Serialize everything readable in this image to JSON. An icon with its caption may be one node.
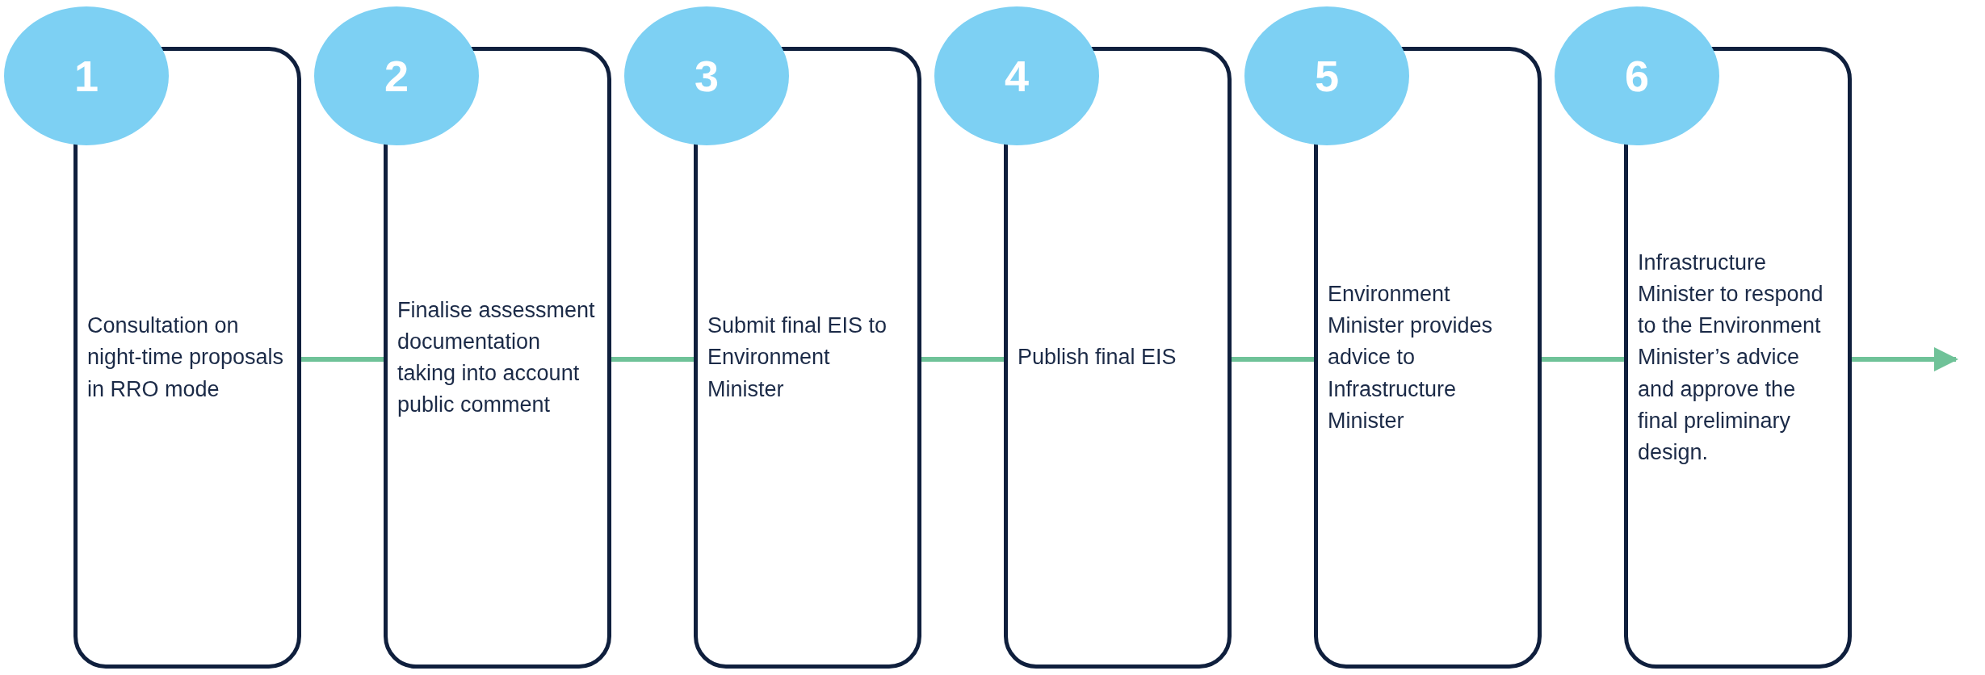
{
  "diagram": {
    "nodes": [
      {
        "text": [
          "1"
        ]
      },
      {
        "text": [
          "Consultation on night-time proposals in RRO mode"
        ]
      },
      {
        "text": [
          "2"
        ]
      },
      {
        "text": [
          "Finalise assessment documentation taking into account public comment"
        ]
      },
      {
        "text": [
          "3"
        ]
      },
      {
        "text": [
          "Submit final EIS to Environment Minister"
        ]
      },
      {
        "text": [
          "4"
        ]
      },
      {
        "text": [
          "Publish final EIS"
        ]
      },
      {
        "text": [
          "5"
        ]
      },
      {
        "text": [
          "Environment Minister provides advice to Infrastructure Minister"
        ]
      },
      {
        "text": [
          "6"
        ]
      },
      {
        "text": [
          "Infrastructure Minister to respond to the Environment Minister’s advice and approve the final preliminary design."
        ]
      }
    ],
    "edges": [
      {
        "from": 1,
        "to": 3,
        "arrow": "none"
      },
      {
        "from": 3,
        "to": 5,
        "arrow": "none"
      },
      {
        "from": 5,
        "to": 7,
        "arrow": "none"
      },
      {
        "from": 7,
        "to": 9,
        "arrow": "none"
      },
      {
        "from": 9,
        "to": 11,
        "arrow": "none"
      },
      {
        "from": 11,
        "to": null,
        "arrow": "to"
      }
    ]
  }
}
